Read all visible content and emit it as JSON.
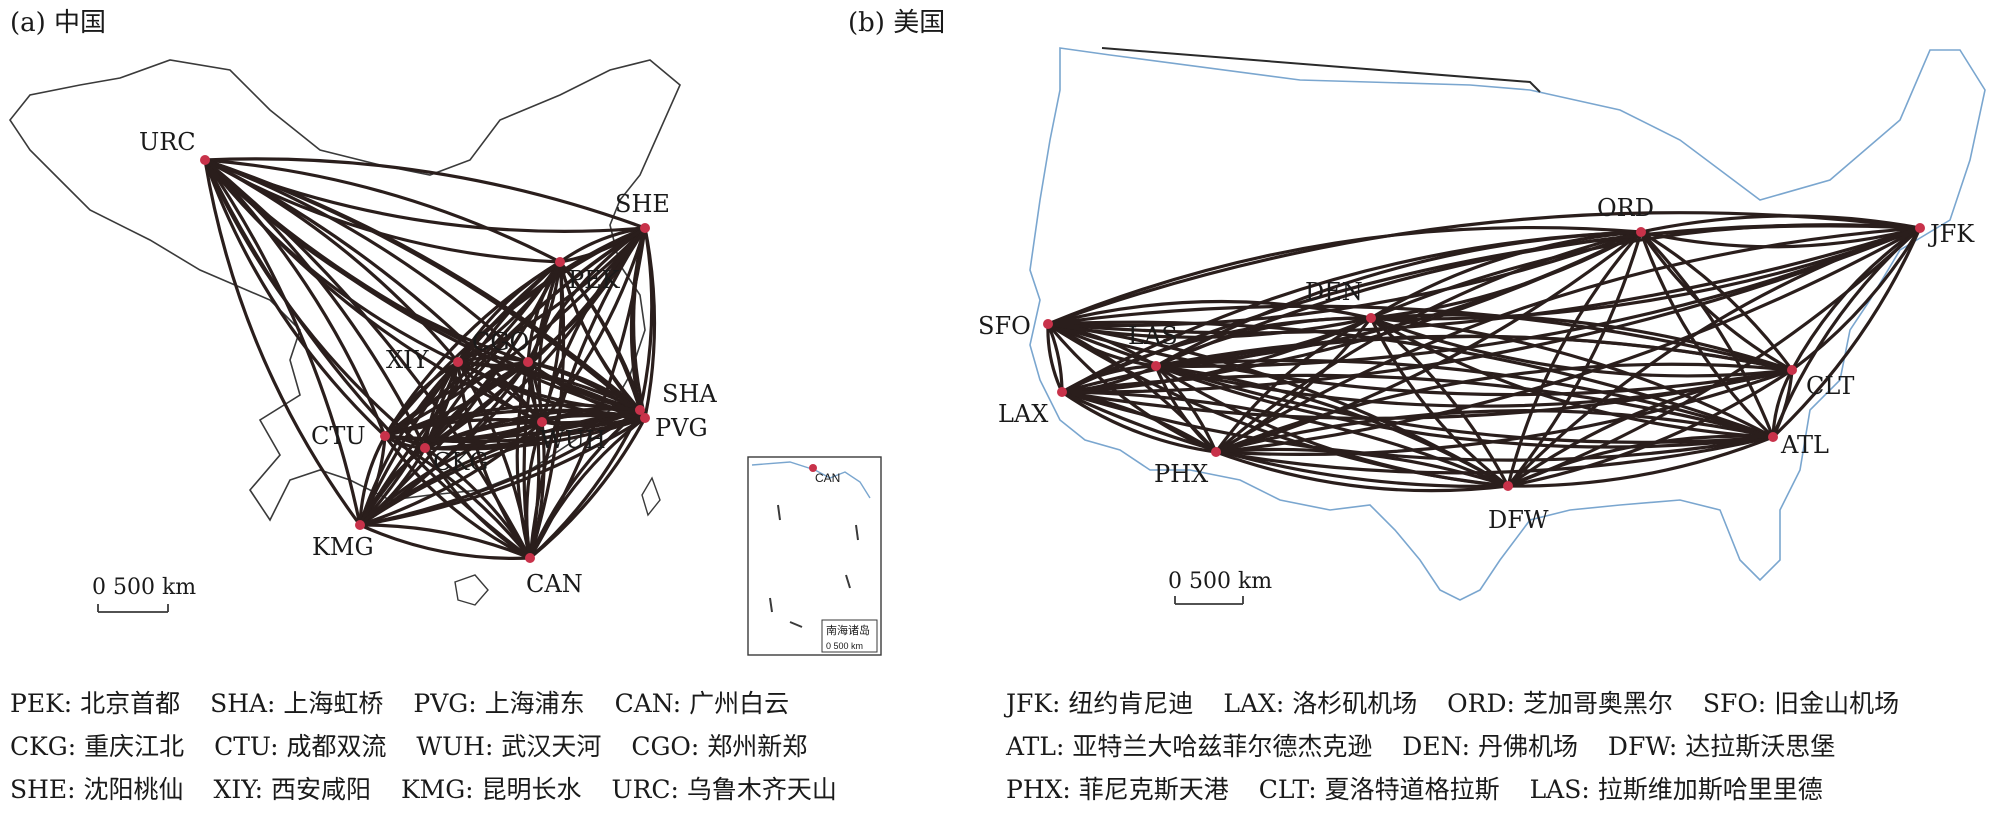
{
  "panels": [
    {
      "title": "(a) 中国",
      "scale_label": "0    500 km",
      "inset_label": "CAN",
      "inset_title": "南海诸岛",
      "inset_scale": "0    500 km",
      "airports": [
        {
          "code": "URC"
        },
        {
          "code": "SHE"
        },
        {
          "code": "PEK"
        },
        {
          "code": "CGO"
        },
        {
          "code": "XIY"
        },
        {
          "code": "SHA"
        },
        {
          "code": "PVG"
        },
        {
          "code": "CTU"
        },
        {
          "code": "CKG"
        },
        {
          "code": "WUH"
        },
        {
          "code": "KMG"
        },
        {
          "code": "CAN"
        }
      ]
    },
    {
      "title": "(b) 美国",
      "scale_label": "0    500 km",
      "airports": [
        {
          "code": "ORD"
        },
        {
          "code": "JFK"
        },
        {
          "code": "DEN"
        },
        {
          "code": "SFO"
        },
        {
          "code": "LAS"
        },
        {
          "code": "CLT"
        },
        {
          "code": "LAX"
        },
        {
          "code": "ATL"
        },
        {
          "code": "PHX"
        },
        {
          "code": "DFW"
        }
      ]
    }
  ],
  "legend_china": [
    [
      "PEK: 北京首都",
      "SHA: 上海虹桥",
      "PVG: 上海浦东",
      "CAN: 广州白云"
    ],
    [
      "CKG: 重庆江北",
      "CTU: 成都双流",
      "WUH: 武汉天河",
      "CGO: 郑州新郑"
    ],
    [
      "SHE: 沈阳桃仙",
      "XIY: 西安咸阳",
      "KMG: 昆明长水",
      "URC: 乌鲁木齐天山"
    ]
  ],
  "legend_usa": [
    [
      "JFK: 纽约肯尼迪",
      "LAX: 洛杉矶机场",
      "ORD: 芝加哥奥黑尔",
      "SFO: 旧金山机场"
    ],
    [
      "ATL: 亚特兰大哈兹菲尔德杰克逊",
      "DEN: 丹佛机场",
      "DFW: 达拉斯沃思堡"
    ],
    [
      "PHX: 菲尼克斯天港",
      "CLT: 夏洛特道格拉斯",
      "LAS: 拉斯维加斯哈里里德"
    ]
  ],
  "colors": {
    "route": "#2a1e1c",
    "node": "#c8324a",
    "boundary": "#3a3a3a",
    "coast": "#7aa6cf"
  }
}
